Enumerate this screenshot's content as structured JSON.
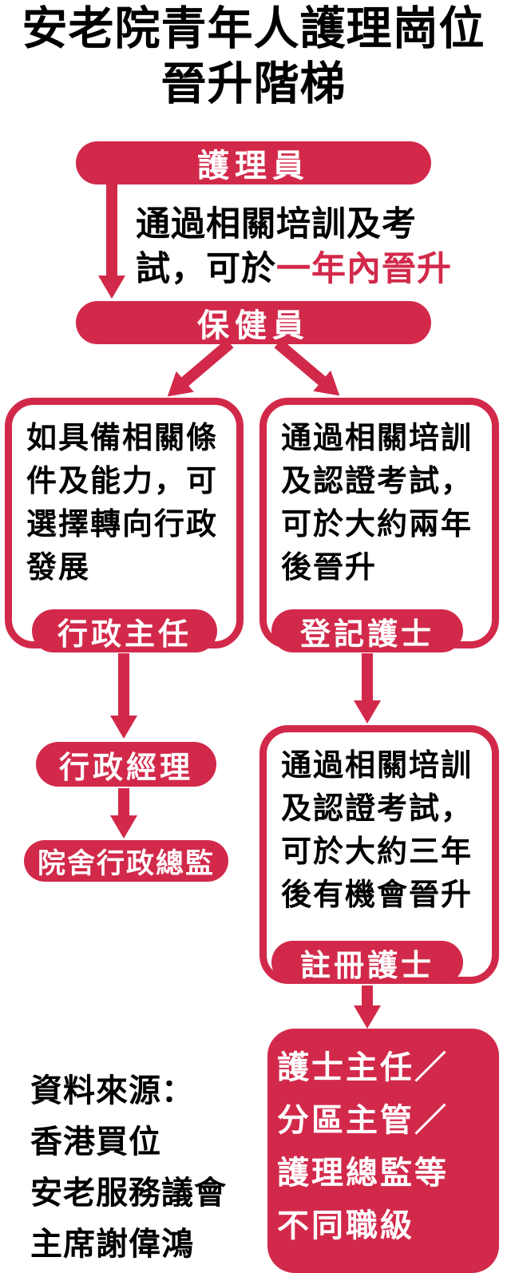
{
  "colors": {
    "accent": "#d2294a",
    "background": "#ffffff",
    "text": "#000000",
    "pill_text": "#ffffff"
  },
  "title": {
    "line1": "安老院青年人護理崗位",
    "line2": "晉升階梯"
  },
  "nodes": {
    "care_worker": "護理員",
    "health_worker": "保健員",
    "admin_officer": "行政主任",
    "admin_manager": "行政經理",
    "admin_director": "院舍行政總監",
    "enrolled_nurse": "登記護士",
    "registered_nurse": "註冊護士"
  },
  "notes": {
    "promotion1_black": "通過相關培訓及考\n試，可於",
    "promotion1_red": "一年內晉升",
    "admin_path": "如具備相關條\n件及能力，可\n選擇轉向行政\n發展",
    "enrolled_path": "通過相關培訓\n及認證考試，\n可於大約兩年\n後晉升",
    "registered_path": "通過相關培訓\n及認證考試，\n可於大約三年\n後有機會晉升",
    "final_ranks": "護士主任／\n分區主管／\n護理總監等\n不同職級"
  },
  "source": "資料來源：\n香港買位\n安老服務議會\n主席謝偉鴻"
}
